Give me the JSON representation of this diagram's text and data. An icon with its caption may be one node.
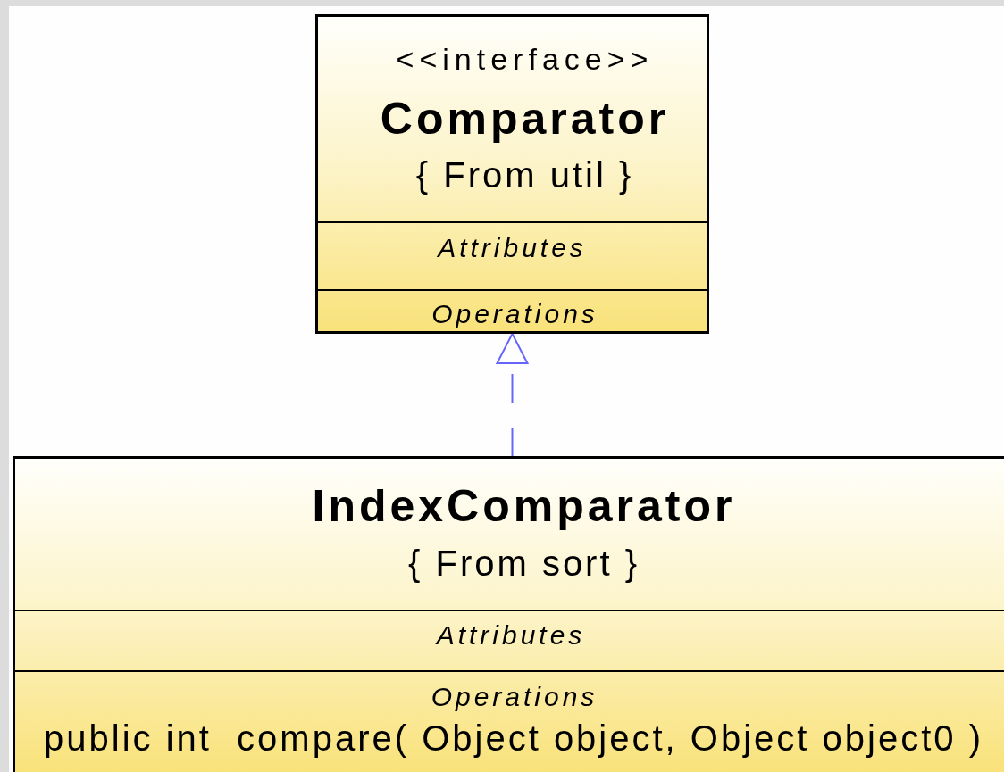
{
  "diagram": {
    "nodes": [
      {
        "text": [
          "<<interface>>",
          "Comparator",
          "{ From util }",
          "Attributes",
          "Operations"
        ]
      },
      {
        "text": [
          "IndexComparator",
          "{ From sort }",
          "Attributes",
          "Operations",
          "public int  compare( Object object, Object object0 )"
        ]
      }
    ],
    "edges": [
      {
        "from": 1,
        "to": 0,
        "arrow": "to",
        "style": "dashed",
        "color": "#6666ff"
      }
    ]
  }
}
